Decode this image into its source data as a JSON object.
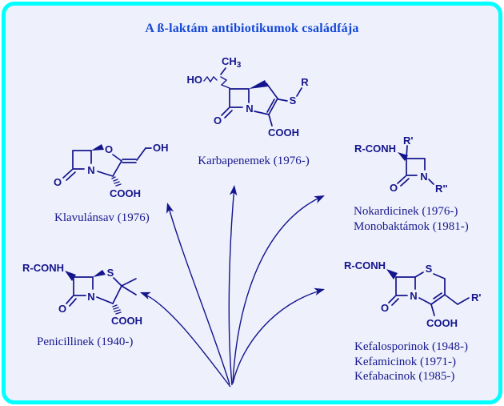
{
  "title": "A ß-laktám antibiotikumok családfája",
  "colors": {
    "background": "#eef1fb",
    "border_cyan": "#00ffff",
    "structure_navy": "#14148c",
    "title_blue": "#1548d8"
  },
  "structures": {
    "karbapenem": {
      "label": "Karbapenemek (1976-)",
      "atoms": {
        "ch": "CH",
        "ch_sub": "3",
        "ho": "HO",
        "o_keto": "O",
        "n": "N",
        "s": "S",
        "r": "R",
        "cooh": "COOH"
      }
    },
    "klavulansav": {
      "label": "Klavulánsav (1976)",
      "atoms": {
        "o_ring": "O",
        "o_keto": "O",
        "n": "N",
        "oh": "OH",
        "cooh": "COOH"
      }
    },
    "nokardicin": {
      "label1": "Nokardicinek (1976-)",
      "label2": "Monobaktámok (1981-)",
      "atoms": {
        "rconh": "R-CONH",
        "r1": "R'",
        "r2": "R\"",
        "n": "N",
        "o_keto": "O"
      }
    },
    "penicillin": {
      "label": "Penicillinek (1940-)",
      "atoms": {
        "rconh": "R-CONH",
        "s": "S",
        "n": "N",
        "o_keto": "O",
        "cooh": "COOH"
      }
    },
    "kefalosporin": {
      "label1": "Kefalosporinok (1948-)",
      "label2": "Kefamicinok (1971-)",
      "label3": "Kefabacinok (1985-)",
      "atoms": {
        "rconh": "R-CONH",
        "s": "S",
        "n": "N",
        "o_keto": "O",
        "r1": "R'",
        "cooh": "COOH"
      }
    }
  }
}
